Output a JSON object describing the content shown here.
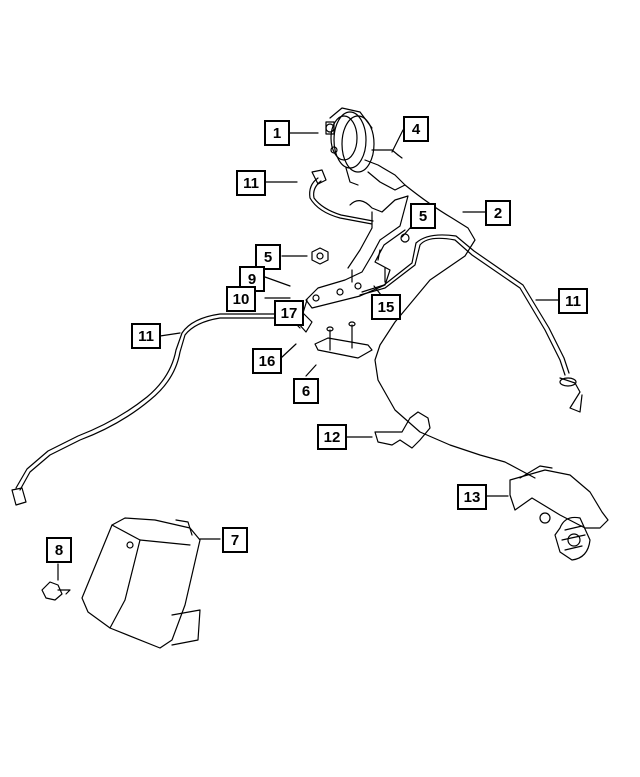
{
  "diagram": {
    "callouts": [
      "1",
      "4",
      "11",
      "2",
      "5",
      "5",
      "9",
      "10",
      "17",
      "15",
      "11",
      "11",
      "16",
      "6",
      "12",
      "13",
      "7",
      "8"
    ]
  },
  "colors": {
    "line": "#000000",
    "background": "#ffffff"
  }
}
